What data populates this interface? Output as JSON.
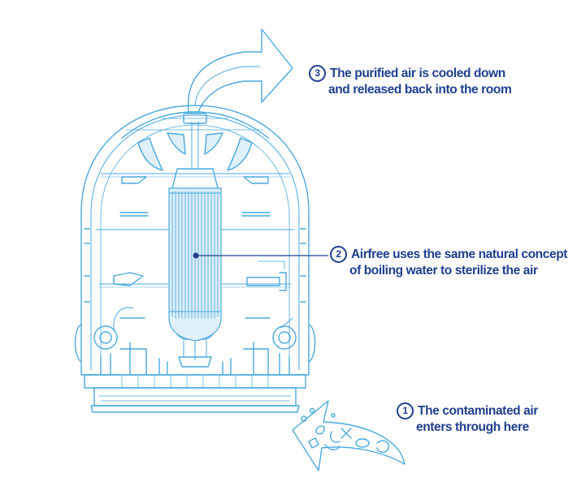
{
  "callouts": [
    {
      "number": "3",
      "line1": "The purified air is cooled down",
      "line2": "and released back into the room"
    },
    {
      "number": "2",
      "line1": "Airfree uses the same natural concept",
      "line2": "of boiling water to sterilize the air"
    },
    {
      "number": "1",
      "line1": "The contaminated air",
      "line2": "enters through here"
    }
  ],
  "colors": {
    "line_art": "#4aa9df",
    "callout_text": "#1f3f8f",
    "element_fill": "#dff0fa"
  }
}
